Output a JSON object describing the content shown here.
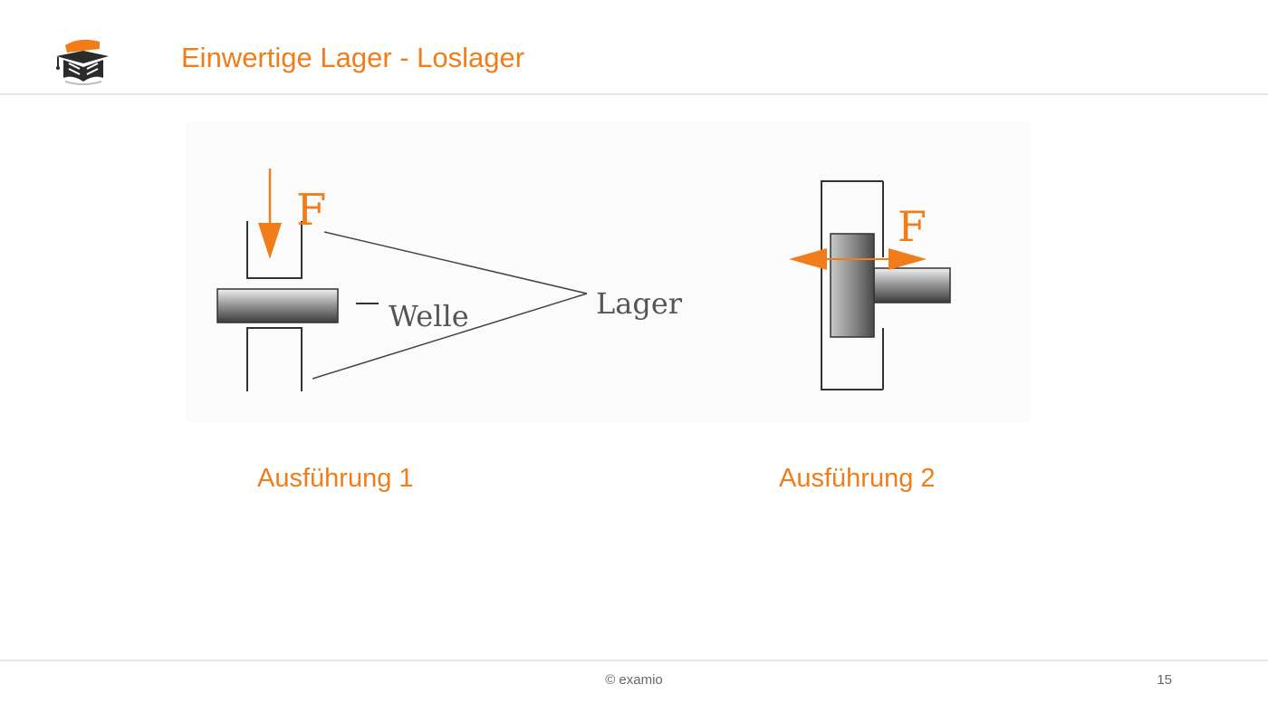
{
  "header": {
    "title": "Einwertige Lager - Loslager",
    "logo_icon": "graduation-cap-book-icon"
  },
  "diagram": {
    "force_label_1": "F",
    "shaft_label": "Welle",
    "bearing_label": "Lager",
    "force_label_2": "F"
  },
  "captions": {
    "variant_1": "Ausführung 1",
    "variant_2": "Ausführung 2"
  },
  "footer": {
    "copyright": "© examio",
    "page_number": "15"
  },
  "colors": {
    "accent": "#f07d1a",
    "line": "#555555",
    "rule": "#e6e6e6"
  }
}
